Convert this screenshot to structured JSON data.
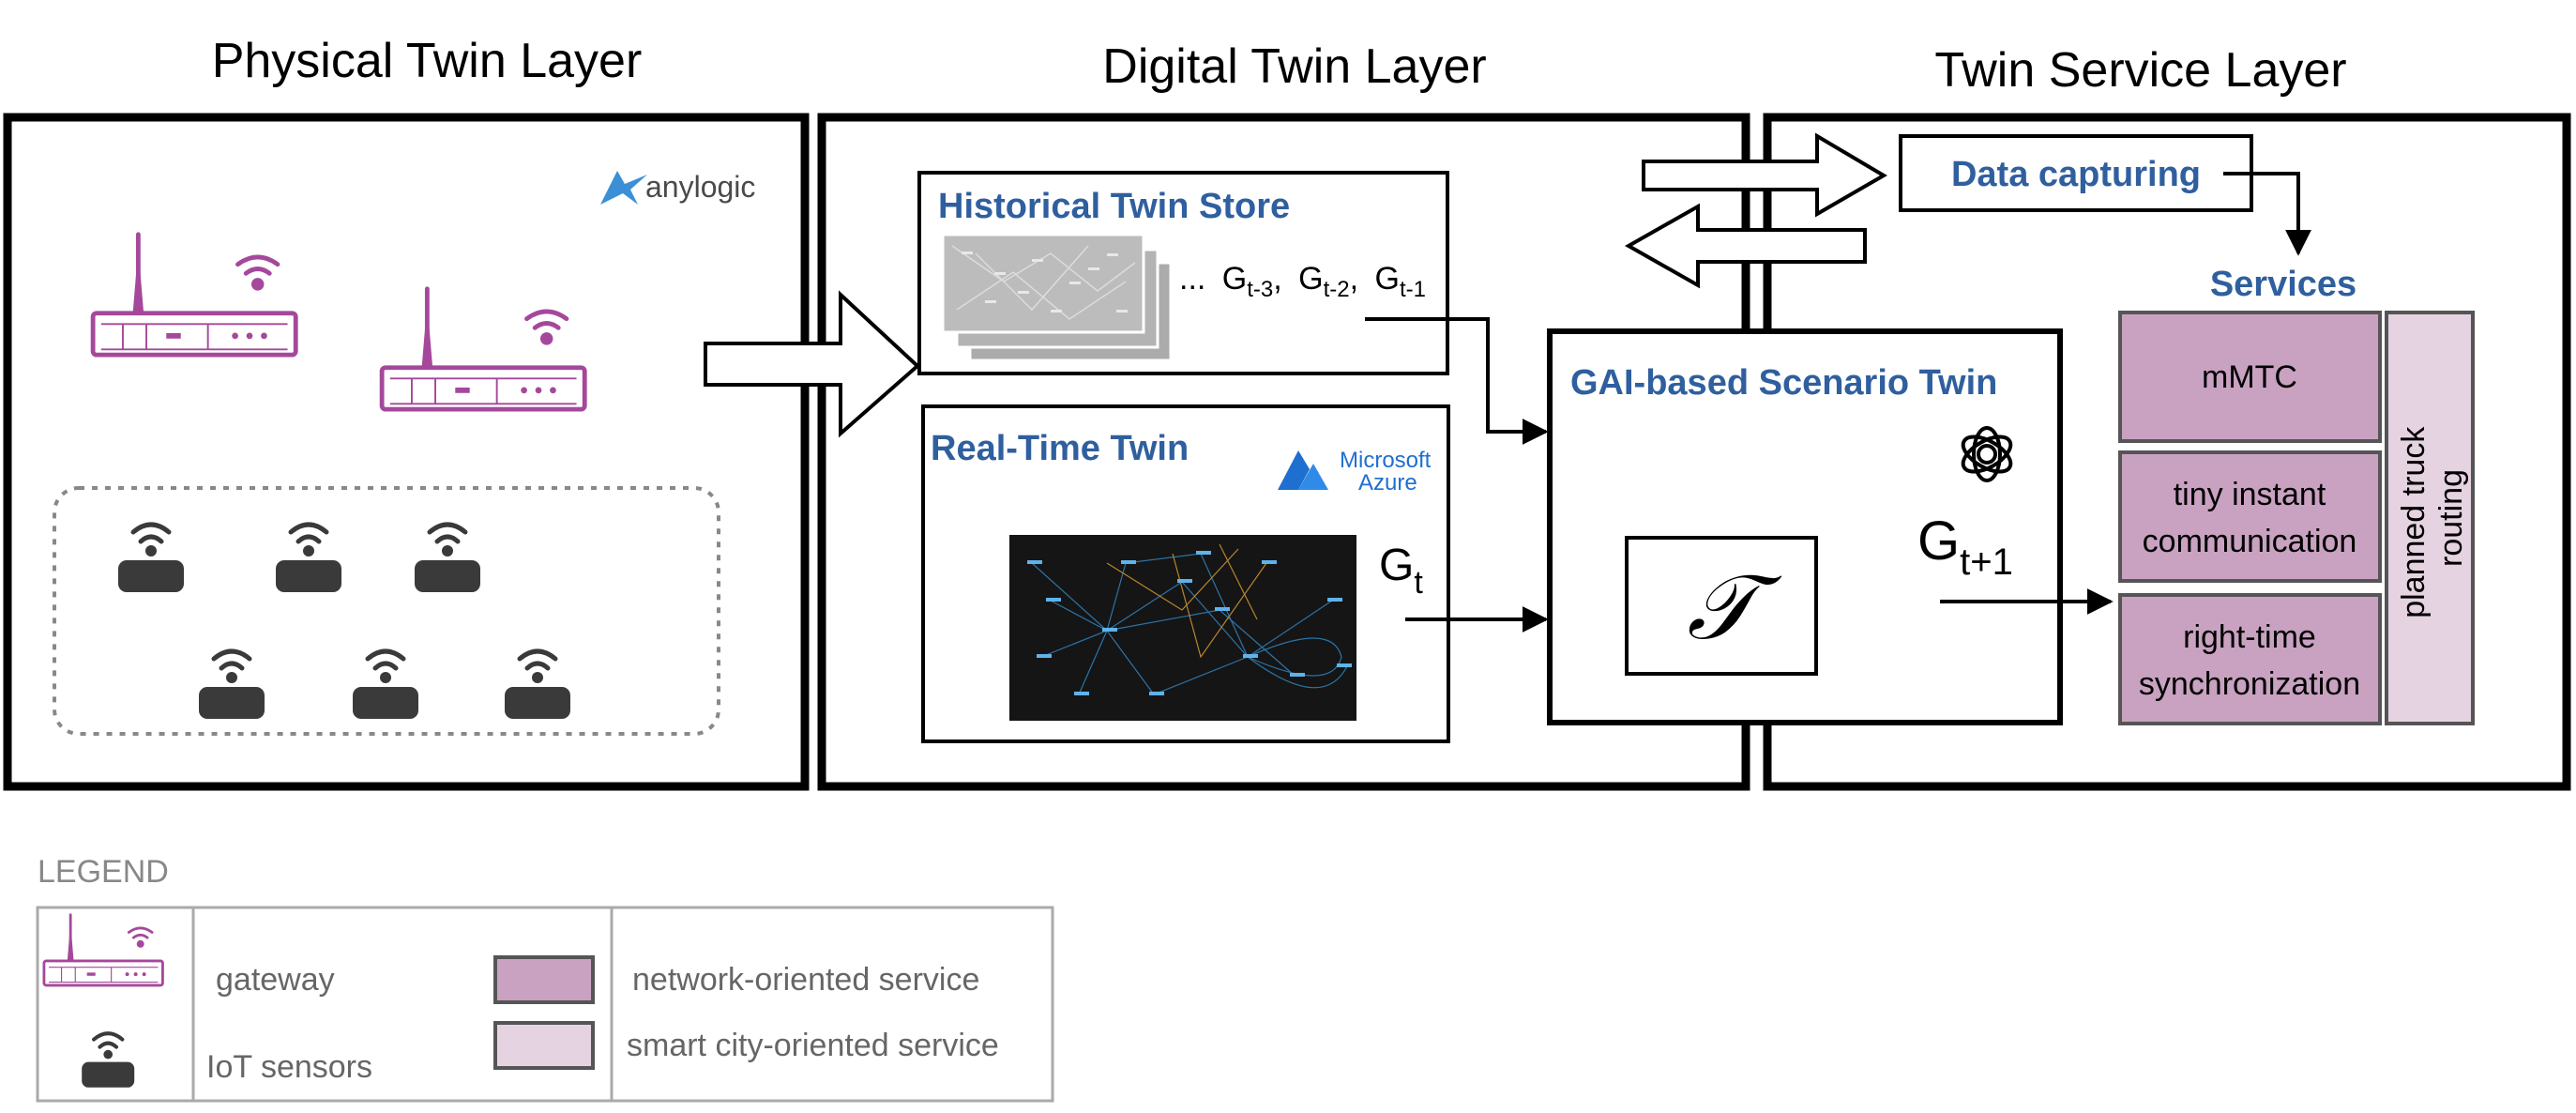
{
  "layers": {
    "physical_title": "Physical Twin Layer",
    "digital_title": "Digital Twin Layer",
    "service_title": "Twin Service Layer"
  },
  "physical": {
    "anylogic_logo": "anylogic"
  },
  "digital": {
    "historical_title": "Historical Twin Store",
    "history_seq": {
      "dots": "...",
      "g": "G",
      "sub1": "t-3",
      "sub2": "t-2",
      "sub3": "t-1",
      "sep": ","
    },
    "realtime_title": "Real-Time Twin",
    "azure_logo_line1": "Microsoft",
    "azure_logo_line2": "Azure",
    "current_graph": {
      "g": "G",
      "sub": "t"
    }
  },
  "scenario": {
    "title": "GAI-based Scenario Twin",
    "model_symbol": "𝒯",
    "output_graph": {
      "g": "G",
      "sub": "t+1"
    }
  },
  "service": {
    "data_capturing": "Data capturing",
    "services_title": "Services",
    "items": [
      {
        "lines": [
          "mMTC"
        ]
      },
      {
        "lines": [
          "tiny instant",
          "communication"
        ]
      },
      {
        "lines": [
          "right-time",
          "synchronization"
        ]
      }
    ],
    "vertical_lines": [
      "planned truck",
      "routing"
    ]
  },
  "legend": {
    "title": "LEGEND",
    "gateway": "gateway",
    "iot": "IoT sensors",
    "network_service": "network-oriented service",
    "city_service": "smart city-oriented service"
  },
  "colors": {
    "accent_blue": "#2f5f9e",
    "gateway_purple": "#a5489b",
    "network_service": "#c9a2c1",
    "city_service": "#e6d3e1",
    "sensor_dark": "#3a3a3a"
  },
  "icons": {
    "gateway": "router-icon",
    "sensor": "iot-sensor-icon",
    "openai": "openai-icon",
    "azure": "azure-icon",
    "anylogic": "anylogic-icon"
  }
}
